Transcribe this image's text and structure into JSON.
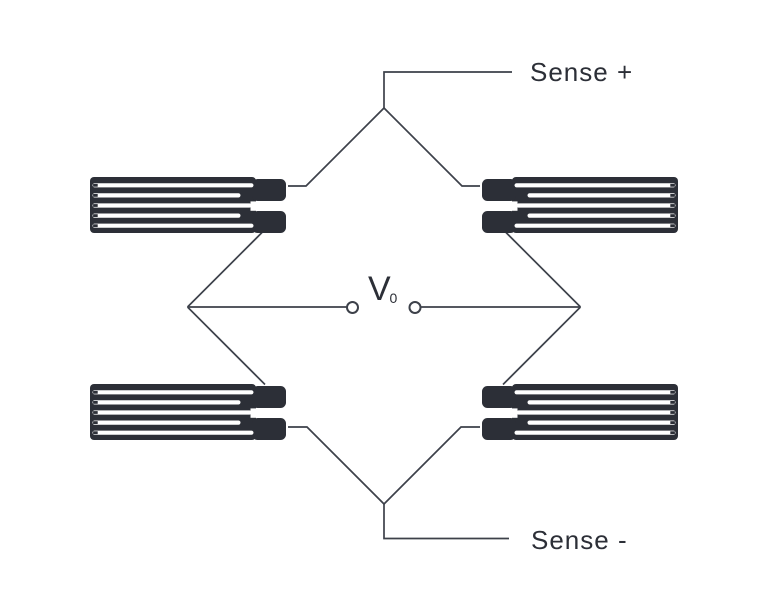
{
  "labels": {
    "sense_positive": "Sense +",
    "sense_negative": "Sense -",
    "output_voltage_symbol": "V",
    "output_voltage_subscript": "0"
  },
  "colors": {
    "ink": "#2c2f37",
    "wire": "#3d414a",
    "background": "#ffffff"
  },
  "icons": {
    "strain_gauges": [
      "strain-gauge-top-left-icon",
      "strain-gauge-top-right-icon",
      "strain-gauge-bottom-left-icon",
      "strain-gauge-bottom-right-icon"
    ],
    "output_terminals": [
      "output-terminal-left-icon",
      "output-terminal-right-icon"
    ]
  }
}
